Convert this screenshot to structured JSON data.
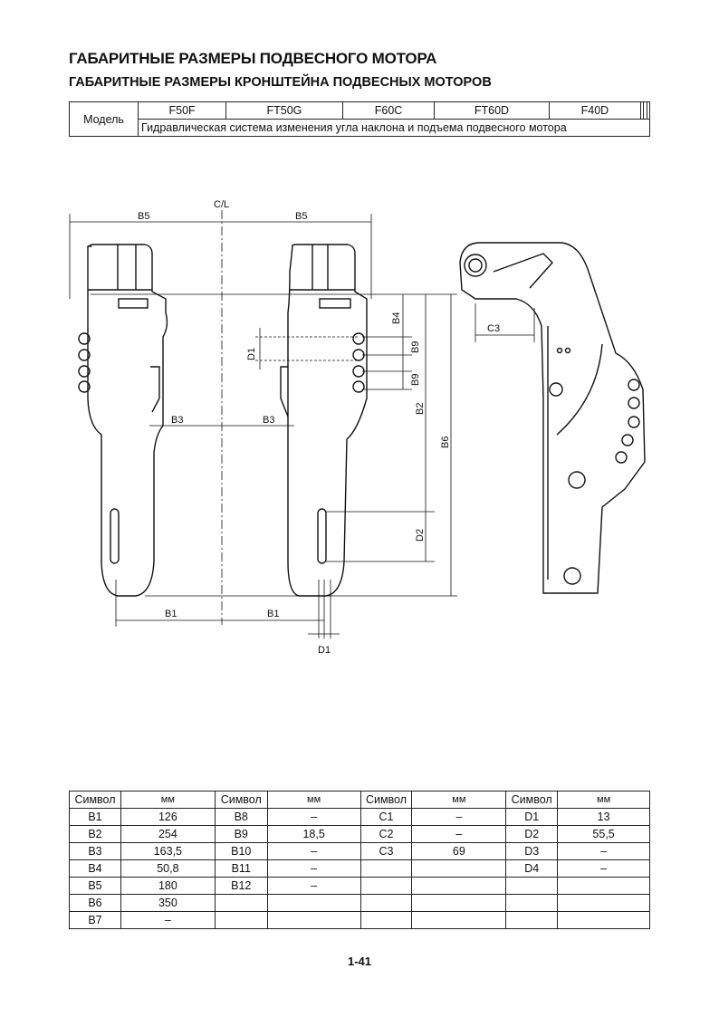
{
  "title": "ГАБАРИТНЫЕ РАЗМЕРЫ ПОДВЕСНОГО МОТОРА",
  "subtitle": "ГАБАРИТНЫЕ РАЗМЕРЫ КРОНШТЕЙНА ПОДВЕСНЫХ МОТОРОВ",
  "model_table": {
    "label": "Модель",
    "models": [
      "F50F",
      "FT50G",
      "F60C",
      "FT60D",
      "F40D",
      "",
      "",
      ""
    ],
    "description": "Гидравлическая система изменения угла наклона и подъема подвесного мотора"
  },
  "drawing": {
    "cl": "C/L",
    "b5_left": "B5",
    "b5_right": "B5",
    "b4": "B4",
    "b9_a": "B9",
    "b9_b": "B9",
    "d1_side": "D1",
    "b3_left": "B3",
    "b3_right": "B3",
    "b2": "B2",
    "b6": "B6",
    "c3": "C3",
    "d2": "D2",
    "b1_left": "B1",
    "b1_right": "B1",
    "d1_bottom": "D1"
  },
  "spec_table": {
    "header": [
      "Символ",
      "мм",
      "Символ",
      "мм",
      "Символ",
      "мм",
      "Символ",
      "мм"
    ],
    "rows": [
      [
        "B1",
        "126",
        "B8",
        "–",
        "C1",
        "–",
        "D1",
        "13"
      ],
      [
        "B2",
        "254",
        "B9",
        "18,5",
        "C2",
        "–",
        "D2",
        "55,5"
      ],
      [
        "B3",
        "163,5",
        "B10",
        "–",
        "C3",
        "69",
        "D3",
        "–"
      ],
      [
        "B4",
        "50,8",
        "B11",
        "–",
        "",
        "",
        "D4",
        "–"
      ],
      [
        "B5",
        "180",
        "B12",
        "–",
        "",
        "",
        "",
        ""
      ],
      [
        "B6",
        "350",
        "",
        "",
        "",
        "",
        "",
        ""
      ],
      [
        "B7",
        "–",
        "",
        "",
        "",
        "",
        "",
        ""
      ]
    ]
  },
  "page_number": "1-41"
}
